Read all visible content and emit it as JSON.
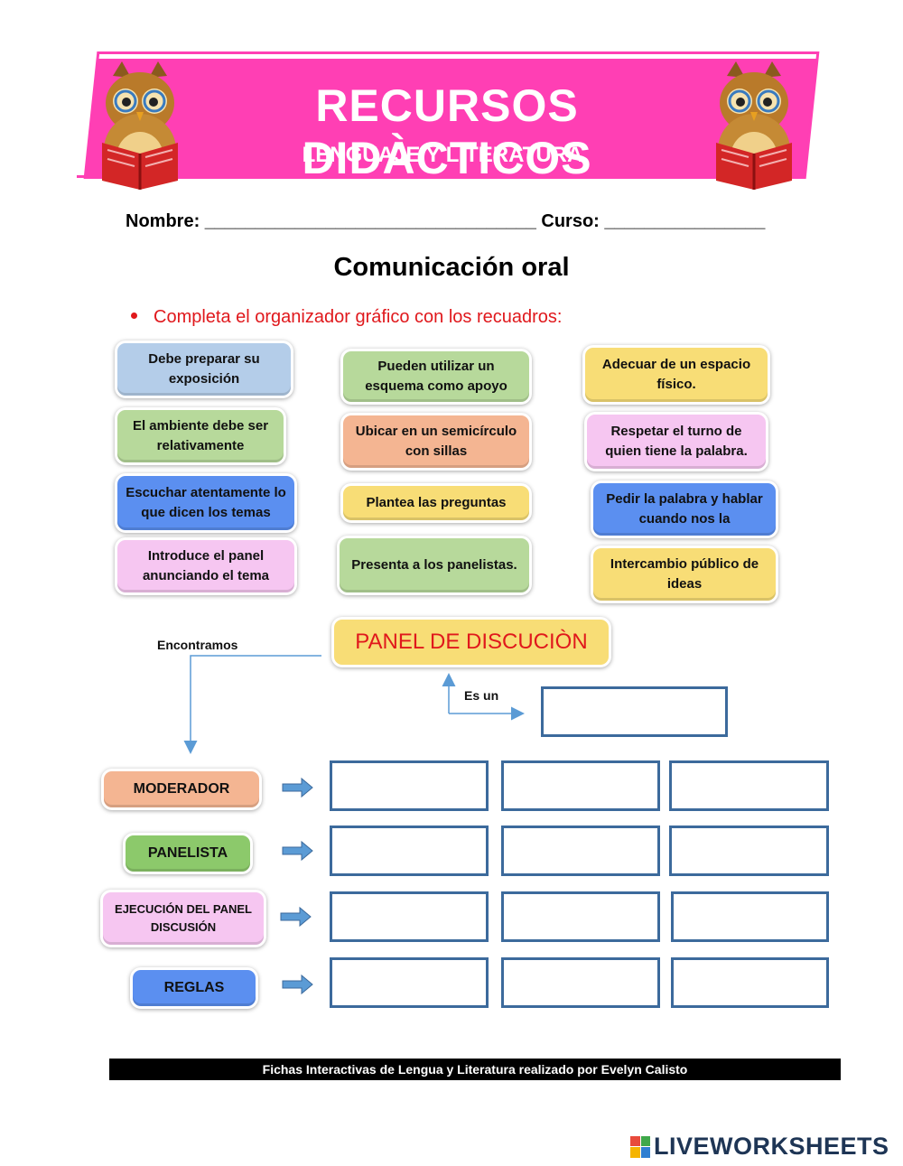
{
  "header": {
    "title": "RECURSOS DIDÀCTICOS",
    "subtitle": "LENGUAJE Y LITERATURA"
  },
  "form": {
    "name_line": "Nombre: _________________________________ Curso: ________________"
  },
  "document": {
    "title": "Comunicación oral",
    "instruction": "Completa el organizador gráfico con los recuadros:"
  },
  "tiles": {
    "t1": "Debe preparar su exposición",
    "t2": "El ambiente debe ser relativamente",
    "t3": "Escuchar atentamente lo que dicen los temas",
    "t4": "Introduce el panel anunciando el tema",
    "t5": "Pueden utilizar un esquema como apoyo",
    "t6": "Ubicar en un semicírculo con sillas",
    "t7": "Plantea las preguntas",
    "t8": "Presenta a los panelistas.",
    "t9": "Adecuar de un espacio físico.",
    "t10": "Respetar el turno de quien tiene la palabra.",
    "t11": "Pedir la palabra y hablar cuando nos la",
    "t12": "Intercambio público de ideas"
  },
  "diagram": {
    "center": "PANEL DE DISCUCIÒN",
    "found_label": "Encontramos",
    "is_a_label": "Es un",
    "rows": [
      "MODERADOR",
      "PANELISTA",
      "EJECUCIÓN DEL PANEL DISCUSIÓN",
      "REGLAS"
    ]
  },
  "footer": {
    "credit": "Fichas Interactivas de Lengua y Literatura realizado por Evelyn Calisto",
    "brand": "LIVEWORKSHEETS"
  },
  "colors": {
    "banner": "#ff3fb4",
    "instruction": "#e0181c",
    "box_border": "#3c6a9c",
    "arrow": "#5b9bd5"
  }
}
